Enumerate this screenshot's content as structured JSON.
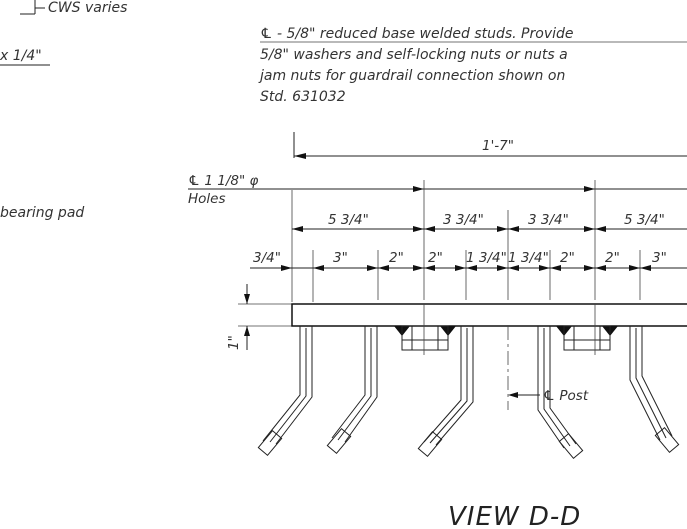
{
  "top_left": {
    "label": "CWS varies",
    "thick_label": "x 1/4\""
  },
  "pad": {
    "label": "bearing pad"
  },
  "stud_note": {
    "line1": "℄ - 5/8\" reduced base welded studs.  Provide",
    "line2": "5/8\" washers and self-locking nuts or nuts a",
    "line3": "jam nuts for guardrail connection shown on",
    "line4": "Std. 631032"
  },
  "holes_label": {
    "line1": "℄ 1 1/8\" φ",
    "line2": "Holes"
  },
  "dims": {
    "overall": "1'-7\"",
    "row1": [
      "5 3/4\"",
      "3 3/4\"",
      "3 3/4\"",
      "5 3/4\""
    ],
    "row2": [
      "3/4\"",
      "3\"",
      "2\"",
      "2\"",
      "1 3/4\"",
      "1 3/4\"",
      "2\"",
      "2\"",
      "3\""
    ],
    "thickness": "1\""
  },
  "post_label": "℄ Post",
  "view_title": "VIEW D-D"
}
